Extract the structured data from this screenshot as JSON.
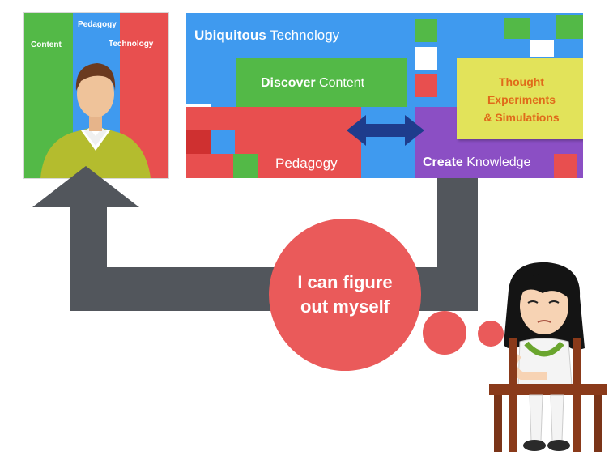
{
  "teacher_panel": {
    "label_content": "Content",
    "label_pedagogy": "Pedagogy",
    "label_technology": "Technology"
  },
  "tech_panel": {
    "title_bold": "Ubiquitous",
    "title_rest": " Technology",
    "discover_bold": "Discover",
    "discover_rest": " Content",
    "pedagogy": "Pedagogy",
    "create_bold": "Create",
    "create_rest": " Knowledge",
    "thought_line1": "Thought",
    "thought_line2": "Experiments",
    "thought_line3": "& Simulations"
  },
  "bubble": {
    "line1": "I can figure",
    "line2": "out myself"
  },
  "colors": {
    "green": "#53b947",
    "blue": "#3f9aef",
    "red": "#e84f4f",
    "purple": "#8b4fc4",
    "yellow": "#e2e35a",
    "arrow": "#52565c",
    "bubble": "#ea5a5a",
    "thought_text": "#e06a1a"
  }
}
